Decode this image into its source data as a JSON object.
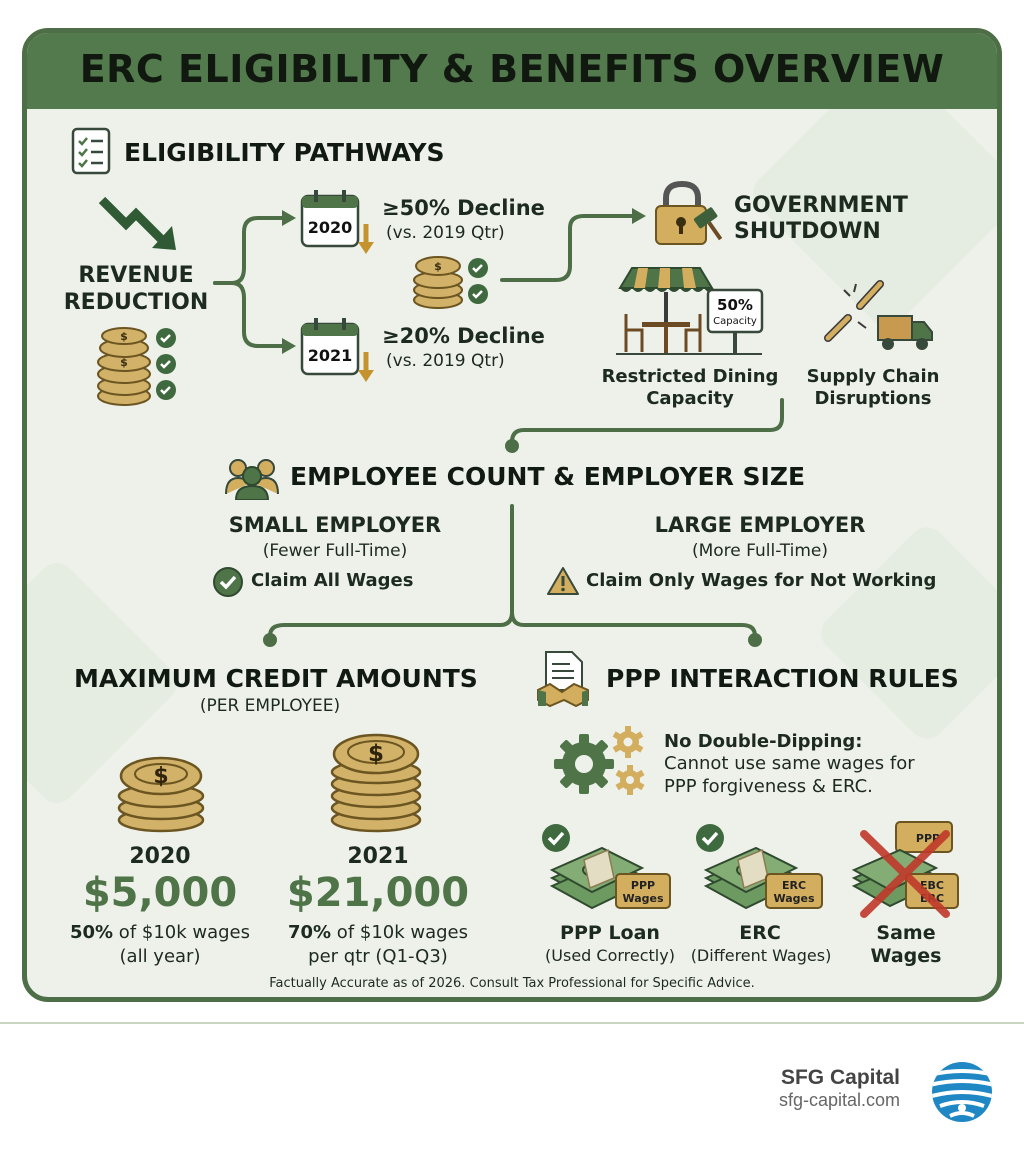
{
  "title": "ERC ELIGIBILITY & BENEFITS OVERVIEW",
  "eligibility": {
    "heading": "ELIGIBILITY PATHWAYS",
    "revenue_line1": "REVENUE",
    "revenue_line2": "REDUCTION",
    "path_2020": {
      "year": "2020",
      "decline": "≥50% Decline",
      "basis": "(vs. 2019 Qtr)"
    },
    "path_2021": {
      "year": "2021",
      "decline": "≥20% Decline",
      "basis": "(vs. 2019 Qtr)"
    },
    "shutdown_line1": "GOVERNMENT",
    "shutdown_line2": "SHUTDOWN",
    "capacity_sign_pct": "50%",
    "capacity_sign_word": "Capacity",
    "dining_line1": "Restricted Dining",
    "dining_line2": "Capacity",
    "supply_line1": "Supply Chain",
    "supply_line2": "Disruptions"
  },
  "employee": {
    "heading": "EMPLOYEE COUNT & EMPLOYER SIZE",
    "small_title": "SMALL EMPLOYER",
    "small_sub": "(Fewer Full-Time)",
    "small_claim": "Claim All Wages",
    "large_title": "LARGE EMPLOYER",
    "large_sub": "(More Full-Time)",
    "large_claim": "Claim Only Wages for Not Working"
  },
  "credit": {
    "heading": "MAXIMUM CREDIT AMOUNTS",
    "subheading": "(PER EMPLOYEE)",
    "y2020": {
      "year": "2020",
      "amount": "$5,000",
      "pct": "50%",
      "desc_rest": " of $10k wages",
      "desc2": "(all year)"
    },
    "y2021": {
      "year": "2021",
      "amount": "$21,000",
      "pct": "70%",
      "desc_rest": " of $10k wages",
      "desc2": "per qtr (Q1-Q3)"
    }
  },
  "ppp": {
    "heading": "PPP INTERACTION RULES",
    "rule_title": "No Double-Dipping:",
    "rule_line1": "Cannot use same wages for",
    "rule_line2": "PPP forgiveness & ERC.",
    "items": [
      {
        "tag1": "PPP",
        "tag2": "Wages",
        "title": "PPP Loan",
        "sub": "(Used Correctly)"
      },
      {
        "tag1": "ERC",
        "tag2": "Wages",
        "title": "ERC",
        "sub": "(Different Wages)"
      },
      {
        "tag1": "EBC",
        "tag2": "ERC",
        "tag_top": "PPP",
        "title": "Same",
        "sub": "Wages"
      }
    ]
  },
  "footnote": "Factually Accurate as of 2026. Consult Tax Professional for Specific Advice.",
  "brand": {
    "name": "SFG Capital",
    "url": "sfg-capital.com"
  },
  "colors": {
    "primary_green": "#527a4c",
    "gold": "#c9a75a",
    "bad_red": "#c0392b"
  }
}
